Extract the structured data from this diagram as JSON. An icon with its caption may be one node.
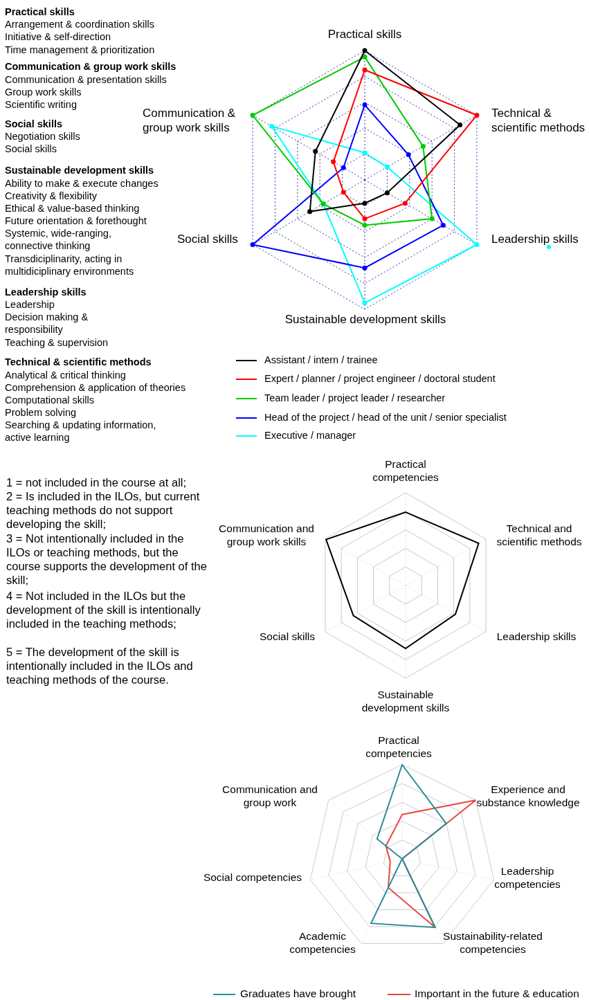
{
  "diagram": {
    "labels": [
      "Practical skills",
      "Arrangement & coordination skills",
      "Initiative & self-direction",
      "Time management & prioritization",
      "Communication & group work skills",
      "Communication & presentation skills",
      "Group work skills",
      "Scientific writing",
      "Social skills",
      "Negotiation skills",
      "Social skills",
      "Sustainable development skills",
      "Ability to make & execute changes",
      "Creativity & flexibility",
      "Ethical & value-based thinking",
      "Future orientation & forethought",
      "Systemic, wide-ranging, connective thinking",
      "Transdiciplinarity, acting in multidiciplinary environments",
      "Leadership skills",
      "Leadership",
      "Decision making & responsibility",
      "Teaching & supervision",
      "Technical & scientific methods",
      "Analytical & critical thinking",
      "Comprehension & application of theories",
      "Computational skills",
      "Problem solving",
      "Searching & updating information, active learning",
      "Practical skills",
      "Communication & group work skills",
      "Technical & scientific methods",
      "Social skills",
      "Leadership skills",
      "Sustainable development skills",
      "1 = not included in the course at all;",
      "2 = Is included in the ILOs, but current teaching methods do not support developing the skill;",
      "3 = Not intentionally included in the ILOs or teaching methods, but the course supports the development of the skill;",
      "4 = Not included in the ILOs but the development of the skill is intentionally included in the teaching methods;",
      "5 = The development of the skill is intentionally included in the ILOs and teaching methods of the course.",
      "Practical competencies",
      "Communication and group work skills",
      "Technical and scientific methods",
      "Social skills",
      "Leadership skills",
      "Sustainable development skills",
      "Practical competencies",
      "Communication and group work",
      "Experience and substance knowledge",
      "Social competencies",
      "Leadership competencies",
      "Academic competencies",
      "Sustainability-related competencies"
    ],
    "legend": [
      {
        "text": "Assistant / intern / trainee"
      },
      {
        "text": "Expert / planner / project engineer / doctoral student"
      },
      {
        "text": "Team leader / project leader / researcher"
      },
      {
        "text": "Head of the project / head of the unit / senior specialist"
      },
      {
        "text": "Executive / manager"
      },
      {
        "text": "Graduates have brought"
      },
      {
        "text": "Important in the future & education"
      }
    ]
  }
}
